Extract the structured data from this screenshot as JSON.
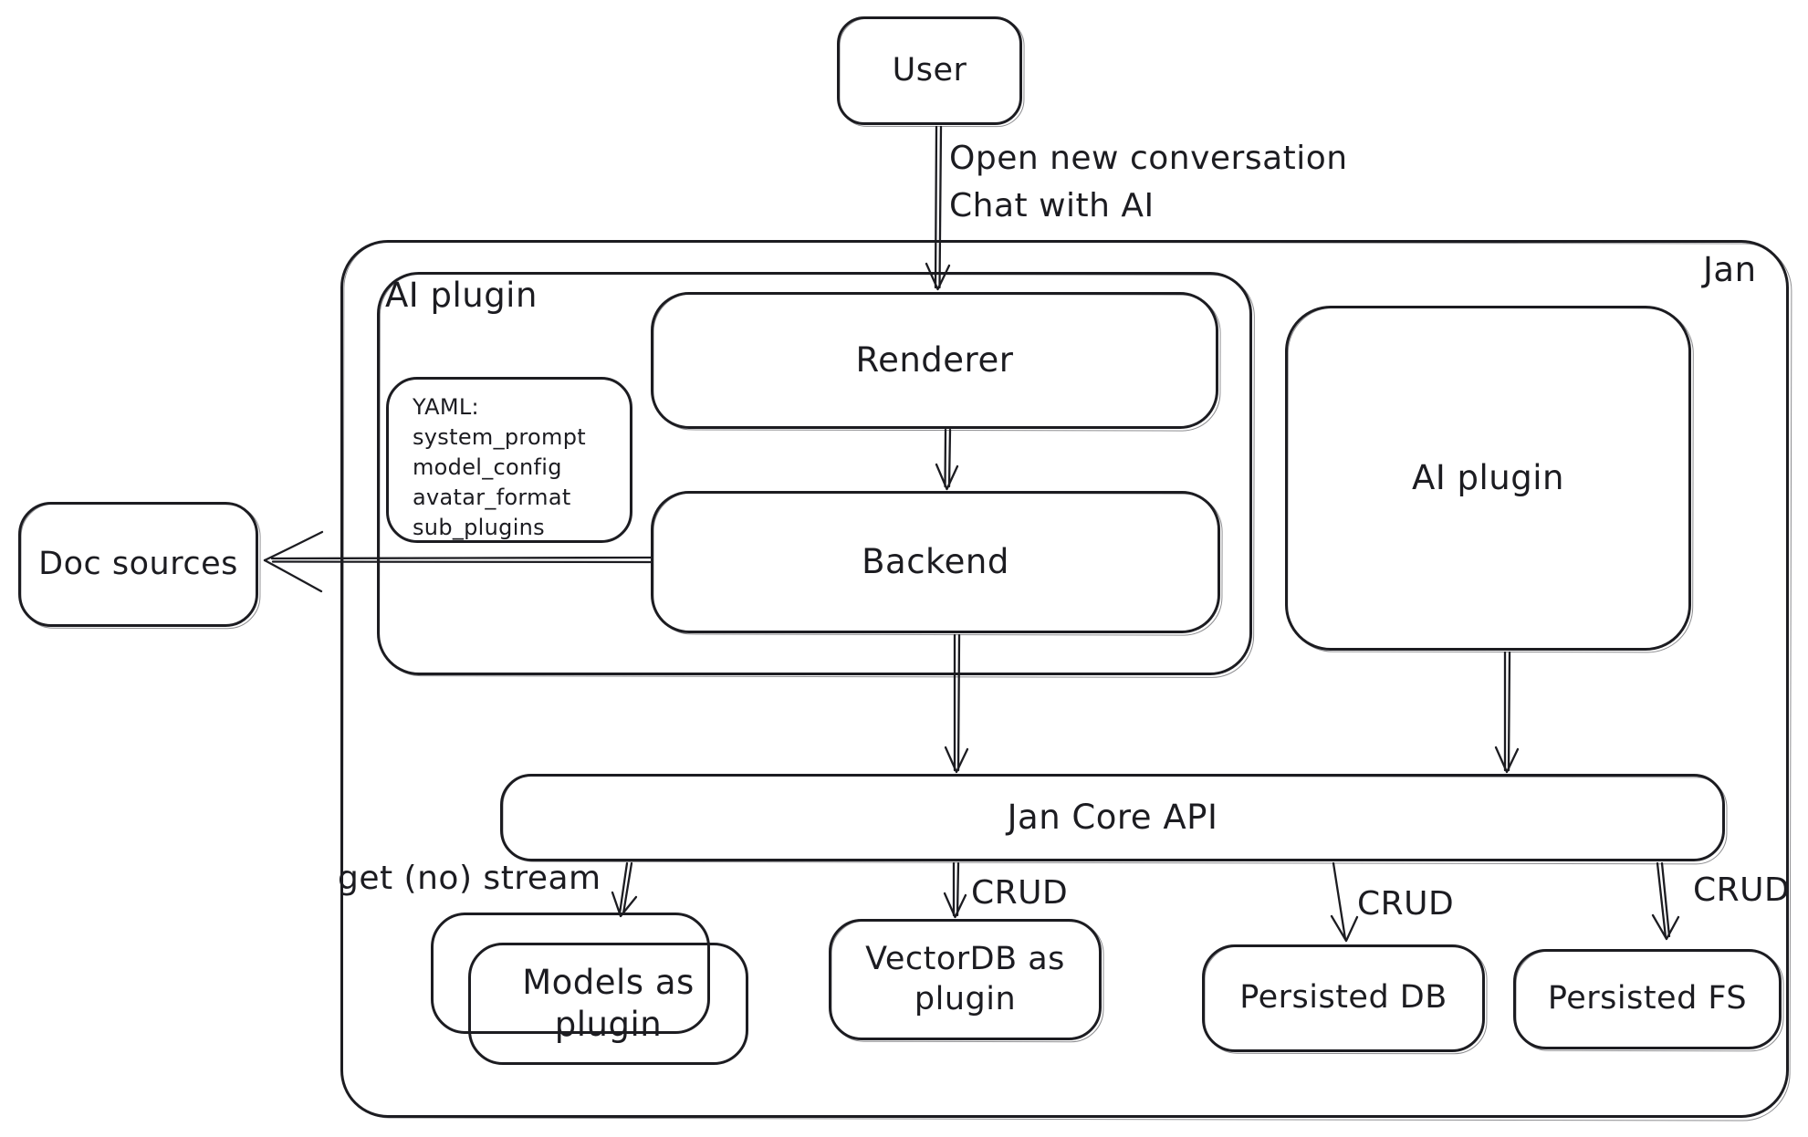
{
  "colors": {
    "stroke": "#1c1c21",
    "background": "#ffffff"
  },
  "nodes": {
    "user": {
      "label": "User"
    },
    "jan_container": {
      "label": "Jan"
    },
    "ai_plugin_container": {
      "label": "AI plugin"
    },
    "renderer": {
      "label": "Renderer"
    },
    "backend": {
      "label": "Backend"
    },
    "yaml_note": {
      "title": "YAML:",
      "lines": [
        "system_prompt",
        "model_config",
        "avatar_format",
        "sub_plugins"
      ]
    },
    "doc_sources": {
      "label": "Doc sources"
    },
    "ai_plugin_right": {
      "label": "AI plugin"
    },
    "jan_core_api": {
      "label": "Jan Core API"
    },
    "models_plugin": {
      "label": "Models as plugin"
    },
    "vectordb_plugin": {
      "label": "VectorDB as plugin"
    },
    "persisted_db": {
      "label": "Persisted DB"
    },
    "persisted_fs": {
      "label": "Persisted FS"
    }
  },
  "edge_labels": {
    "user_to_renderer": [
      "Open new conversation",
      "Chat with AI"
    ],
    "jancore_to_models": "get (no) stream",
    "jancore_to_vectordb": "CRUD",
    "jancore_to_persisted_db": "CRUD",
    "jancore_to_persisted_fs": "CRUD"
  }
}
